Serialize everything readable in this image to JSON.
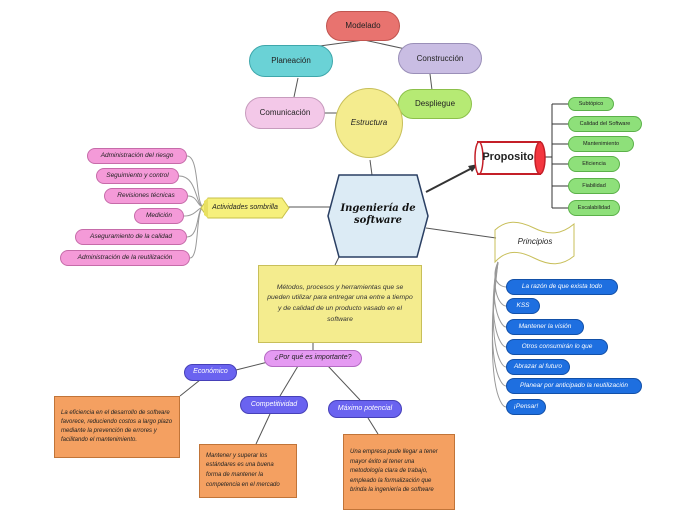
{
  "center": "Ingeniería de software",
  "top": {
    "modelado": "Modelado",
    "planeacion": "Planeación",
    "construccion": "Construcción",
    "comunicacion": "Comunicación",
    "despliegue": "Despliegue",
    "estructura": "Estructura"
  },
  "proposito": {
    "label": "Proposito",
    "items": [
      "Subtópico",
      "Calidad del Software",
      "Mantenimiento",
      "Eficiencia",
      "Fiabilidad",
      "Escalabilidad"
    ]
  },
  "actividades": {
    "label": "Actividades sombrilla",
    "items": [
      "Administración del riesgo",
      "Seguimiento y control",
      "Revisiones técnicas",
      "Medición",
      "Aseguramiento de la calidad",
      "Administración de la reutilización"
    ]
  },
  "principios": {
    "label": "Principios",
    "items": [
      "La razón de que exista todo",
      "KSS",
      "Mantener la visión",
      "Otros consumirán lo que",
      "Abrazar al futuro",
      "Planear por anticipado la reutilización",
      "¡Pensar!"
    ]
  },
  "metodos": "Métodos, procesos y herramientas que se pueden utilizar para entregar una entre a tiempo y de calidad de un producto vasado en el software",
  "importancia": {
    "label": "¿Por qué es importante?",
    "economico": "Económico",
    "competitividad": "Competitividad",
    "maximo": "Máximo potencial",
    "economico_text": "La eficiencia en el desarrollo de software favorece, reduciendo costos a largo plazo mediante la prevención de errores y facilitando el mantenimiento.",
    "competitividad_text": "Mantener y superar los estándares es una buena forma de mantener la competencia en el mercado",
    "maximo_text": "Una empresa pude llegar a tener mayor éxito al tener una metodología clara de trabajo, empleado la formalización que brinda la ingeniería de software"
  },
  "colors": {
    "modelado": "#e8736f",
    "planeacion": "#6ad2d6",
    "construccion": "#c9bde3",
    "comunicacion": "#f3c8e8",
    "despliegue": "#b6ea74",
    "estructura": "#f4ec8e",
    "center": "#dcebf5",
    "proposito": "#f4363f",
    "green": "#8ee07a",
    "pink": "#f49ad8",
    "actividades": "#f6f07c",
    "blue": "#1e6fe0",
    "principios": "#f4ec8e",
    "metodos": "#f4ec8e",
    "importancia": "#e59af2",
    "purple": "#6a63f0",
    "orange": "#f4a061"
  }
}
